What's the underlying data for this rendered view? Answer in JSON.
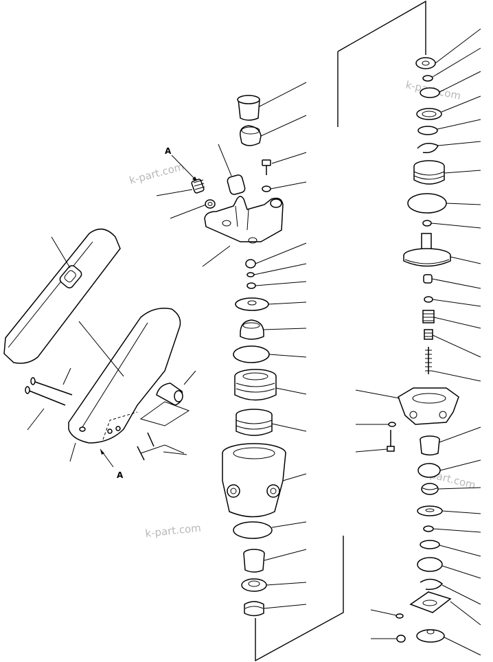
{
  "watermarks": [
    "k-part.com",
    "k-part.com",
    "k-part.com",
    "k-part.com"
  ],
  "markers": [
    "A",
    "A"
  ]
}
